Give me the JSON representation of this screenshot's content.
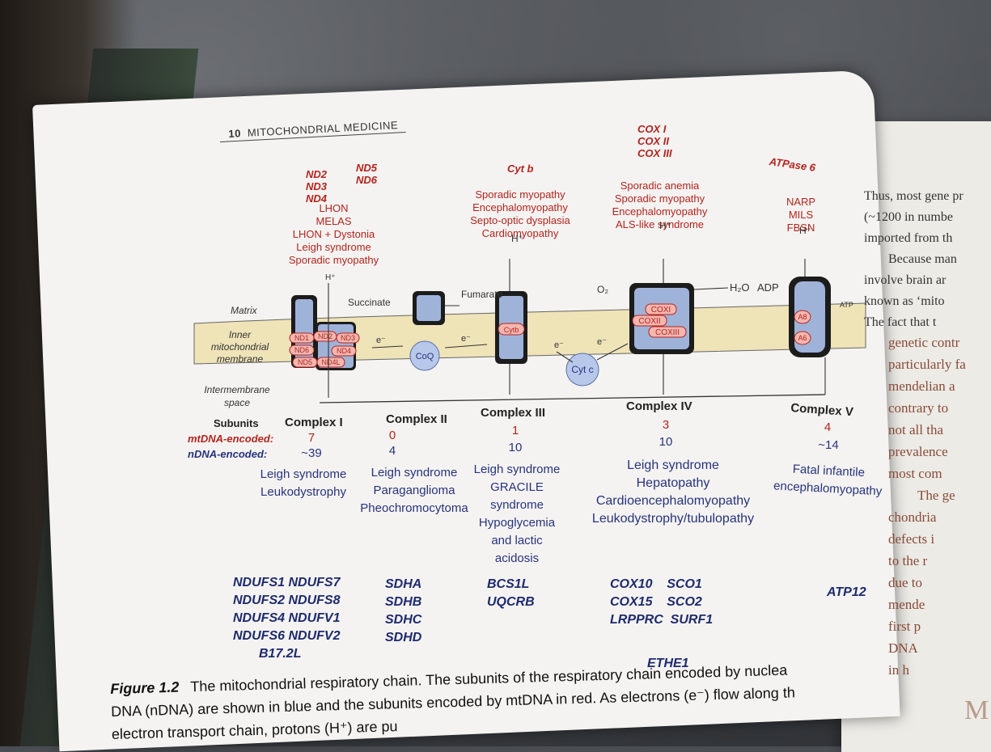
{
  "header": {
    "page_number": "10",
    "running_title": "MITOCHONDRIAL MEDICINE"
  },
  "complexes": [
    {
      "name": "Complex I",
      "mtdna": "7",
      "ndna": "~39",
      "mt_genes": [
        "ND2",
        "ND3",
        "ND4",
        "ND5",
        "ND6"
      ],
      "mt_diseases": [
        "LHON",
        "MELAS",
        "LHON + Dystonia",
        "Leigh syndrome",
        "Sporadic myopathy"
      ],
      "n_diseases": [
        "Leigh syndrome",
        "Leukodystrophy"
      ],
      "n_genes": [
        "NDUFS1",
        "NDUFS7",
        "NDUFS2",
        "NDUFS8",
        "NDUFS4",
        "NDUFV1",
        "NDUFS6",
        "NDUFV2",
        "B17.2L"
      ],
      "subunit_labels": [
        "ND1",
        "ND2",
        "ND3",
        "ND6",
        "ND4",
        "ND5",
        "ND4L"
      ]
    },
    {
      "name": "Complex II",
      "mtdna": "0",
      "ndna": "4",
      "n_diseases": [
        "Leigh syndrome",
        "Paraganglioma",
        "Pheochromocytoma"
      ],
      "n_genes": [
        "SDHA",
        "SDHB",
        "SDHC",
        "SDHD"
      ]
    },
    {
      "name": "Complex III",
      "mtdna": "1",
      "ndna": "10",
      "mt_genes": [
        "Cyt b"
      ],
      "mt_diseases": [
        "Sporadic myopathy",
        "Encephalomyopathy",
        "Septo-optic dysplasia",
        "Cardiomyopathy"
      ],
      "n_diseases": [
        "Leigh syndrome",
        "GRACILE",
        "syndrome",
        "Hypoglycemia",
        "and lactic",
        "acidosis"
      ],
      "n_genes": [
        "BCS1L",
        "UQCRB"
      ],
      "subunit_labels": [
        "Cytb"
      ]
    },
    {
      "name": "Complex IV",
      "mtdna": "3",
      "ndna": "10",
      "mt_genes": [
        "COX I",
        "COX II",
        "COX III"
      ],
      "mt_diseases": [
        "Sporadic anemia",
        "Sporadic myopathy",
        "Encephalomyopathy",
        "ALS-like syndrome"
      ],
      "n_diseases": [
        "Leigh syndrome",
        "Hepatopathy",
        "Cardioencephalomyopathy",
        "Leukodystrophy/tubulopathy"
      ],
      "n_genes": [
        "COX10",
        "SCO1",
        "COX15",
        "SCO2",
        "LRPPRC",
        "SURF1"
      ],
      "extra_gene": "ETHE1",
      "subunit_labels": [
        "COXI",
        "COXII",
        "COXIII"
      ]
    },
    {
      "name": "Complex V",
      "mtdna": "4",
      "ndna": "~14",
      "mt_genes": [
        "ATPase 6"
      ],
      "mt_diseases": [
        "NARP",
        "MILS",
        "FBSN"
      ],
      "n_diseases": [
        "Fatal infantile",
        "encephalomyopathy"
      ],
      "n_genes": [
        "ATP12"
      ],
      "subunit_labels": [
        "A8",
        "A6"
      ]
    }
  ],
  "diagram": {
    "matrix": "Matrix",
    "inner_membrane": [
      "Inner",
      "mitochondrial",
      "membrane"
    ],
    "intermembrane": [
      "Intermembrane",
      "space"
    ],
    "succinate": "Succinate",
    "fumarate": "Fumarate",
    "o2": "O₂",
    "h2o": "H₂O",
    "adp": "ADP",
    "atp": "ATP",
    "coq": "CoQ",
    "cytc": "Cyt c",
    "h_plus": "H⁺",
    "e_minus": "e⁻"
  },
  "rows": {
    "subunits": "Subunits",
    "mtdna_encoded": "mtDNA-encoded:",
    "ndna_encoded": "nDNA-encoded:"
  },
  "caption": {
    "label": "Figure 1.2",
    "lines": [
      "The mitochondrial respiratory chain. The subunits of the respiratory chain encoded by nuclea",
      "DNA (nDNA) are shown in blue and the subunits encoded by mtDNA in red. As electrons (e⁻) flow along th",
      "electron transport chain, protons (H⁺) are pu"
    ]
  },
  "right_page": {
    "lines": [
      "Thus, most gene pr",
      "(~1200 in numbe",
      "imported from th",
      "Because  man",
      "involve brain ar",
      "known as ‘mito",
      "The fact that t",
      "genetic contr",
      "particularly fa",
      "mendelian a",
      "contrary to",
      "not all tha",
      "prevalence",
      "most com",
      "The ge",
      "chondria",
      "defects i",
      "to the r",
      "due to",
      "mende",
      "first p",
      "DNA",
      "in h"
    ],
    "big_letter": "M"
  }
}
